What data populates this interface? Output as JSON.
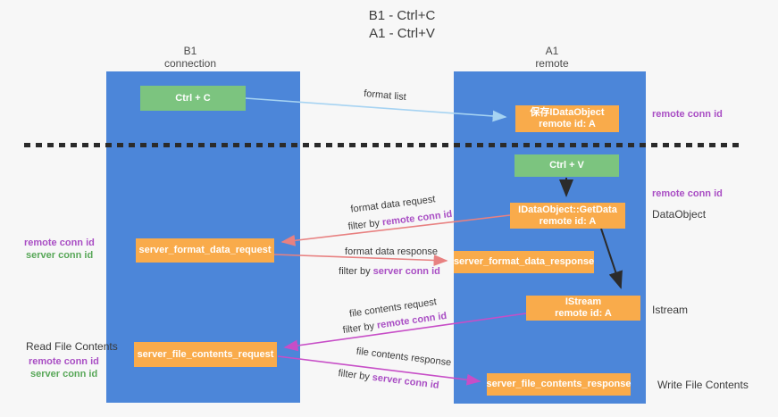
{
  "title": {
    "line1": "B1 - Ctrl+C",
    "line2": "A1 - Ctrl+V"
  },
  "columns": {
    "left": {
      "name": "B1",
      "sub": "connection"
    },
    "right": {
      "name": "A1",
      "sub": "remote"
    }
  },
  "nodes": {
    "ctrl_c": "Ctrl + C",
    "ctrl_v": "Ctrl + V",
    "save_dataobject": {
      "line1": "保存IDataObject",
      "line2": "remote id: A"
    },
    "getdata": {
      "line1": "IDataObject::GetData",
      "line2": "remote id: A"
    },
    "istream": {
      "line1": "IStream",
      "line2": "remote id: A"
    },
    "format_request": "server_format_data_request",
    "format_response": "server_format_data_response",
    "file_request": "server_file_contents_request",
    "file_response": "server_file_contents_response"
  },
  "side_labels": {
    "right_remote_conn_top": "remote conn id",
    "right_remote_conn_mid": "remote conn id",
    "right_dataobject": "DataObject",
    "right_istream": "Istream",
    "right_write": "Write File Contents",
    "left_remote_conn_mid": "remote conn id",
    "left_server_conn_mid": "server conn id",
    "left_read": "Read File Contents",
    "left_remote_conn_bottom": "remote conn id",
    "left_server_conn_bottom": "server conn id"
  },
  "arrow_labels": {
    "format_list": "format list",
    "format_data_request": "format data request",
    "format_request_filter_prefix": "filter by ",
    "format_request_filter_id": "remote conn id",
    "format_data_response": "format data response",
    "format_response_filter_prefix": "filter by ",
    "format_response_filter_id": "server conn id",
    "file_contents_request": "file contents request",
    "file_request_filter_prefix": "filter by ",
    "file_request_filter_id": "remote conn id",
    "file_contents_response": "file contents response",
    "file_response_filter_prefix": "filter by ",
    "file_response_filter_id": "server conn id"
  },
  "colors": {
    "lane_blue": "#4c86d9",
    "box_orange": "#f9ab4b",
    "box_green": "#7cc47f",
    "arrow_light_blue": "#a6d3f2",
    "arrow_salmon": "#e88181",
    "arrow_magenta": "#c74ec7",
    "arrow_black": "#2b2b2b",
    "text_purple": "#a94ec4",
    "text_green": "#58a758",
    "dashed_line": "#2b2b2b",
    "background": "#f7f7f7"
  }
}
